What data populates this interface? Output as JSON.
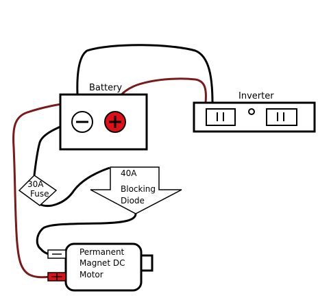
{
  "battery": {
    "label": "Battery",
    "negative_symbol": "−",
    "positive_symbol": "+"
  },
  "inverter": {
    "label": "Inverter"
  },
  "fuse": {
    "line1": "30A",
    "line2": "Fuse"
  },
  "diode": {
    "line1": "40A",
    "line2": "Blocking",
    "line3": "Diode"
  },
  "motor": {
    "line1": "Permanent",
    "line2": "Magnet DC",
    "line3": "Motor"
  },
  "colors": {
    "wire_black": "#000000",
    "wire_red": "#7a1a1a",
    "positive_terminal": "#e0101a",
    "negative_terminal": "#ffffff"
  }
}
